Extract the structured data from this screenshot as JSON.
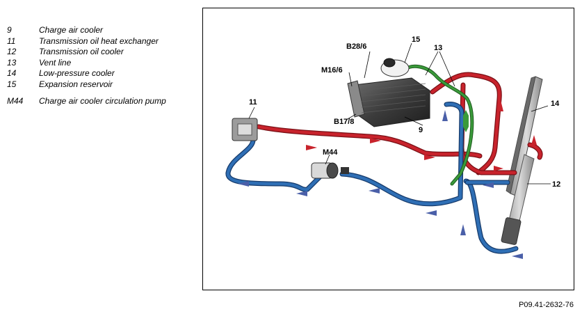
{
  "legend": [
    {
      "code": "9",
      "text": "Charge air cooler"
    },
    {
      "code": "11",
      "text": "Transmission oil heat exchanger"
    },
    {
      "code": "12",
      "text": "Transmission oil cooler"
    },
    {
      "code": "13",
      "text": "Vent line"
    },
    {
      "code": "14",
      "text": "Low-pressure cooler"
    },
    {
      "code": "15",
      "text": "Expansion reservoir"
    },
    {
      "code": "M44",
      "text": "Charge air cooler circulation pump"
    }
  ],
  "labels": {
    "l9": "9",
    "l11": "11",
    "l12": "12",
    "l13": "13",
    "l14": "14",
    "l15": "15",
    "m44": "M44",
    "m16": "M16/6",
    "b28": "B28/6",
    "b17": "B17/8"
  },
  "figure_id": "P09.41-2632-76",
  "colors": {
    "hot": "#c8232c",
    "cold": "#2f6fb5",
    "vent": "#3a9a3a"
  }
}
